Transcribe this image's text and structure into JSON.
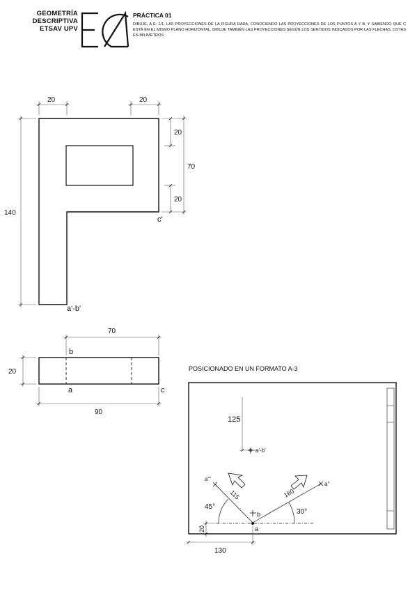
{
  "header": {
    "school_lines": [
      "GEOMETRÍA",
      "DESCRIPTIVA",
      "ETSAV  UPV"
    ],
    "logo_icon": "ega-logo-icon",
    "title": "PRÁCTICA 01",
    "text": "DIBUJE, A E: 1/1, LAS PROYECCIONES DE LA FIGURA DADA, CONOCIENDO LAS PROYECCIONES DE LOS PUNTOS A Y B, Y SABIENDO QUE C ESTÁ EN EL MISMO PLANO HORIZONTAL.  DIBUJE TAMBIÉN LAS PROYECCIONES SEGÚN LOS SENTIDOS INDICADOS POR LAS FLECHAS. COTAS EN MILÍMETROS"
  },
  "elevation": {
    "dim_top_left": "20",
    "dim_top_right": "20",
    "dim_right_upper": "20",
    "dim_right_total": "70",
    "dim_right_lower": "20",
    "dim_height": "140",
    "label_c": "c'",
    "label_ab": "a'-b'"
  },
  "plan": {
    "dim_top": "70",
    "dim_left": "20",
    "dim_bottom": "90",
    "label_b": "b",
    "label_a": "a",
    "label_c": "c"
  },
  "format": {
    "title": "POSICIONADO EN UN FORMATO A-3",
    "dim_125": "125",
    "label_ab": "a'-b'",
    "label_a3": "a'''",
    "label_a2": "a''",
    "dim_115": "115",
    "dim_160": "160",
    "angle_45": "45°",
    "angle_30": "30°",
    "label_b": "b",
    "label_a": "a",
    "dim_20": "20",
    "dim_130": "130"
  }
}
